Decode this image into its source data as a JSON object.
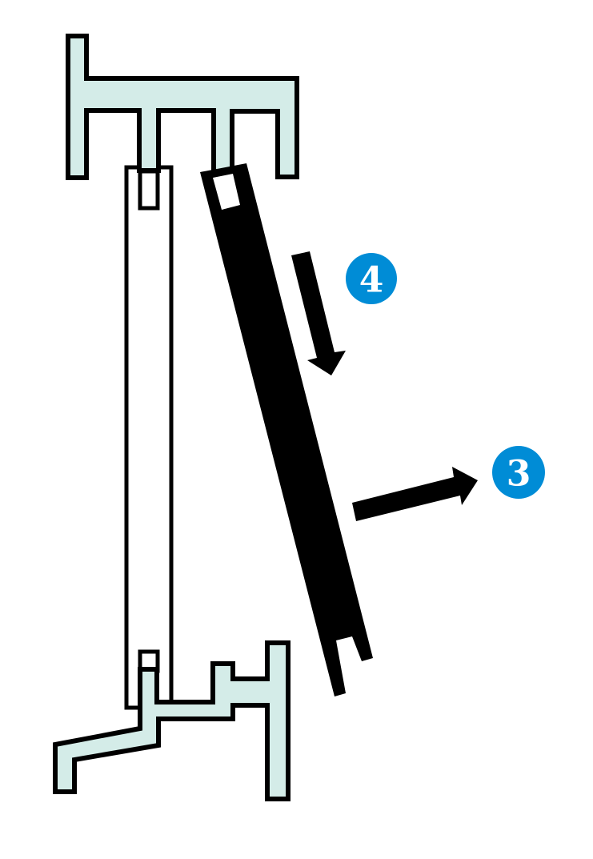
{
  "colors": {
    "frame_fill": "#d4ece8",
    "badge": "#008cd6",
    "pane": "#000000"
  },
  "callouts": [
    {
      "label": "4",
      "meaning": "arrow-down-along-pane"
    },
    {
      "label": "3",
      "meaning": "arrow-outward"
    }
  ]
}
